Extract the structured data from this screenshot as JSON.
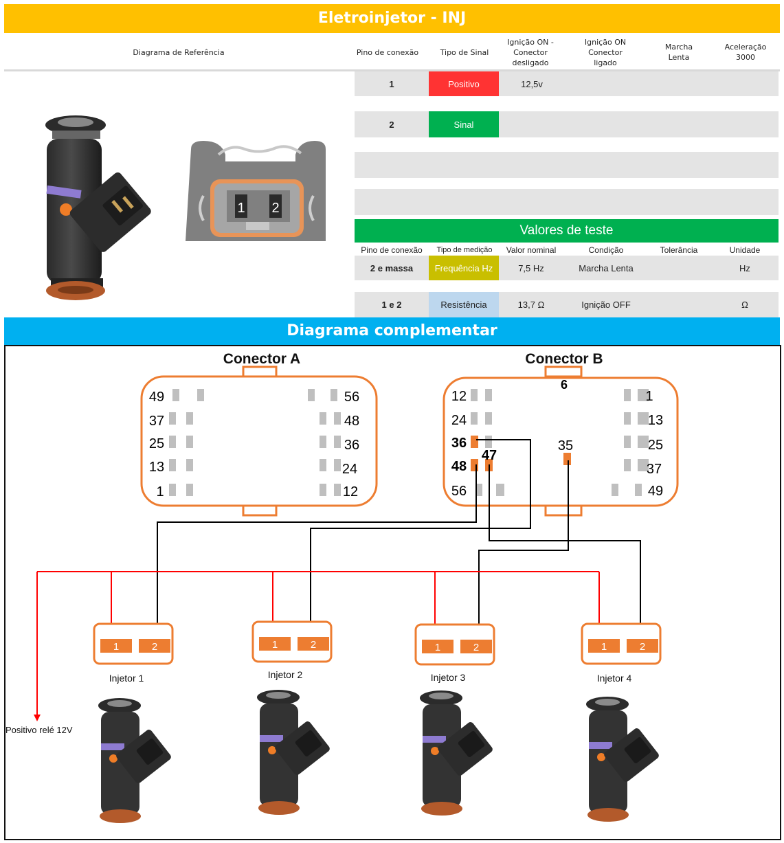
{
  "title": "Eletroinjetor - INJ",
  "header": {
    "ref_diagram": "Diagrama de Referência",
    "pin": "Pino de conexão",
    "signal_type": "Tipo de Sinal",
    "ign_on_off": "Ignição ON - Conector desligado",
    "ign_on_on": "Ignição ON Conector ligado",
    "idle": "Marcha Lenta",
    "accel": "Aceleração 3000"
  },
  "pins": [
    {
      "pin": "1",
      "type": "Positivo",
      "type_color": "#ff3333",
      "ign_off": "12,5v",
      "ign_on": "",
      "idle": "",
      "accel": ""
    },
    {
      "pin": "2",
      "type": "Sinal",
      "type_color": "#00b050",
      "ign_off": "",
      "ign_on": "",
      "idle": "",
      "accel": ""
    }
  ],
  "connector_pins": {
    "left": "1",
    "right": "2"
  },
  "test": {
    "title": "Valores de teste",
    "headers": {
      "pin": "Pino de conexão",
      "measure": "Tipo de medição",
      "nominal": "Valor nominal",
      "condition": "Condição",
      "tolerance": "Tolerância",
      "unit": "Unidade"
    },
    "rows": [
      {
        "pin": "2 e massa",
        "measure": "Frequência Hz",
        "measure_color": "#c9bf00",
        "nominal": "7,5 Hz",
        "condition": "Marcha Lenta",
        "tolerance": "",
        "unit": "Hz"
      },
      {
        "pin": "1 e 2",
        "measure": "Resistência",
        "measure_color": "#bdd7ee",
        "nominal": "13,7  Ω",
        "condition": "Ignição OFF",
        "tolerance": "",
        "unit": "Ω"
      }
    ]
  },
  "complementary_title": "Diagrama complementar",
  "connector_a": {
    "title": "Conector A",
    "left_labels": [
      "49",
      "37",
      "25",
      "13",
      "1"
    ],
    "right_labels": [
      "56",
      "48",
      "36",
      "24",
      "12"
    ]
  },
  "connector_b": {
    "title": "Conector B",
    "top_label": "6",
    "left_labels": [
      "12",
      "24",
      "36",
      "48",
      "56"
    ],
    "right_labels": [
      "1",
      "13",
      "25",
      "37",
      "49"
    ],
    "mid_labels": {
      "p47": "47",
      "p35": "35"
    }
  },
  "injectors": [
    {
      "label": "Injetor 1",
      "pin1": "1",
      "pin2": "2"
    },
    {
      "label": "Injetor 2",
      "pin1": "1",
      "pin2": "2"
    },
    {
      "label": "Injetor 3",
      "pin1": "1",
      "pin2": "2"
    },
    {
      "label": "Injetor 4",
      "pin1": "1",
      "pin2": "2"
    }
  ],
  "relay_label": "Positivo relé 12V",
  "colors": {
    "orange": "#ed7d31",
    "grey_pin": "#bfbfbf",
    "wire_red": "#ff0000",
    "wire_black": "#000000"
  }
}
